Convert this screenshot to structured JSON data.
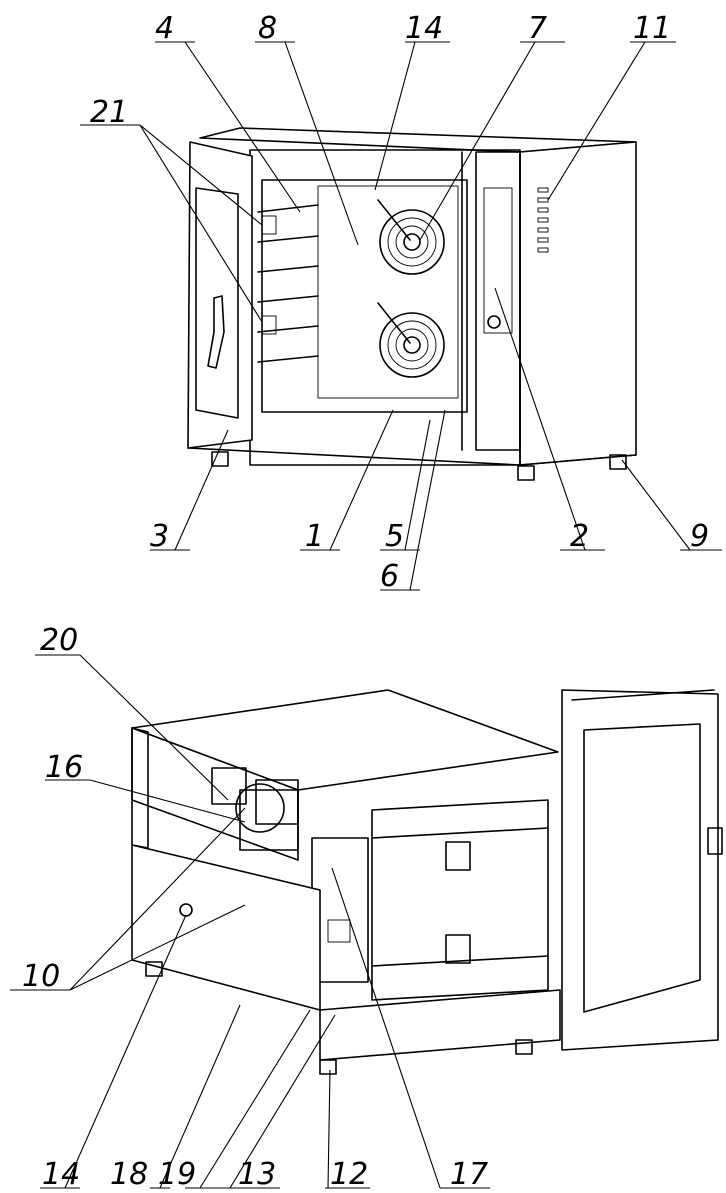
{
  "callouts_top": [
    "4",
    "8",
    "14",
    "7",
    "11",
    "21",
    "3",
    "1",
    "5",
    "6",
    "2",
    "9"
  ],
  "callouts_bottom": [
    "20",
    "16",
    "10",
    "14",
    "18",
    "19",
    "13",
    "12",
    "17"
  ]
}
